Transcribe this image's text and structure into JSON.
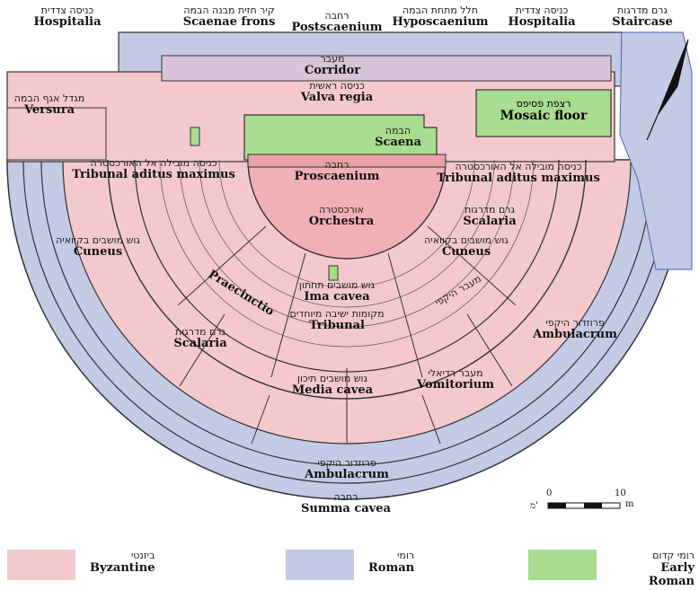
{
  "colors": {
    "byzantine": "#f3c9cd",
    "roman": "#c3cae6",
    "early_roman": "#a8dc8e",
    "outline": "#333333",
    "stone_red": "#d6484f",
    "stone_blue": "#4d63b3"
  },
  "labels": {
    "hospitalia_left": {
      "he": "כניסה צדדית",
      "la": "Hospitalia"
    },
    "scaenae_frons": {
      "he": "קיר חזית מבנה הבמה",
      "la": "Scaenae frons"
    },
    "postscaenium": {
      "he": "רחבה",
      "la": "Postscaenium"
    },
    "hyposcaenium": {
      "he": "חלל מתחת הבמה",
      "la": "Hyposcaenium"
    },
    "hospitalia_right": {
      "he": "כניסה צדדית",
      "la": "Hospitalia"
    },
    "staircase": {
      "he": "גרם מדרגות",
      "la": "Staircase"
    },
    "corridor": {
      "he": "מעבר",
      "la": "Corridor"
    },
    "valva_regia": {
      "he": "כניסה ראשית",
      "la": "Valva regia"
    },
    "versura": {
      "he": "מגדל אגף הבמה",
      "la": "Versura"
    },
    "mosaic_floor": {
      "he": "רצפת פסיפס",
      "la": "Mosaic floor"
    },
    "scaena": {
      "he": "הבמה",
      "la": "Scaena"
    },
    "proscaenium": {
      "he": "רחבה",
      "la": "Proscaenium"
    },
    "tribunal_left": {
      "he": "כניסה מובילה אל האורכסטרה",
      "la": "Tribunal aditus maximus"
    },
    "tribunal_right": {
      "he": "כניסה מובילה אל האורכסטרה",
      "la": "Tribunal aditus maximus"
    },
    "orchestra": {
      "he": "אורכסטרה",
      "la": "Orchestra"
    },
    "scalaria_right": {
      "he": "גרם מדרגות",
      "la": "Scalaria"
    },
    "cuneus_left": {
      "he": "גוש מושבים בקוואיה",
      "la": "Cuneus"
    },
    "cuneus_right": {
      "he": "גוש מושבים בקוואיה",
      "la": "Cuneus"
    },
    "ima_cavea": {
      "he": "גוש מושבים תחתון",
      "la": "Ima cavea"
    },
    "tribunal": {
      "he": "מקומות ישיבה מיוחדים",
      "la": "Tribunal"
    },
    "praecinctio": {
      "la": "Praecinctio"
    },
    "ambulacrum_ring": {
      "he": "מעבר היקפי"
    },
    "scalaria_left": {
      "he": "גרם מדרגות",
      "la": "Scalaria"
    },
    "ambulacrum_right": {
      "he": "פרוזדור היקפי",
      "la": "Ambulacrum"
    },
    "vomitorium": {
      "he": "מעבר רדיאלי",
      "la": "Vomitorium"
    },
    "media_cavea": {
      "he": "גוש מושבים תיכון",
      "la": "Media cavea"
    },
    "ambulacrum_bottom": {
      "he": "פרוזדור היקפי",
      "la": "Ambulacrum"
    },
    "summa_cavea": {
      "he": "רחבה",
      "la": "Summa cavea"
    }
  },
  "scale": {
    "start": "0",
    "end": "10",
    "unit": "m",
    "unit_he": "מ'"
  },
  "legend": [
    {
      "he": "ביזנטי",
      "la": "Byzantine",
      "color": "#f3c9cd"
    },
    {
      "he": "רומי",
      "la": "Roman",
      "color": "#c3cae6"
    },
    {
      "he": "רומי קדום",
      "la": "Early Roman",
      "color": "#a8dc8e"
    }
  ]
}
